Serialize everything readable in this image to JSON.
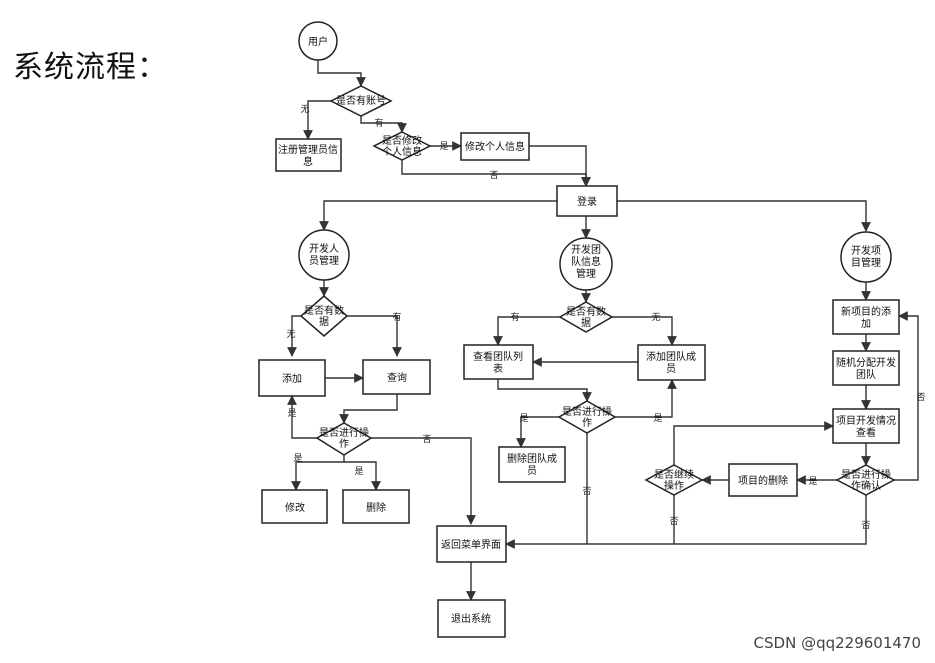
{
  "heading": "系统流程：",
  "watermark": "CSDN @qq229601470",
  "nodes": {
    "user": "用户",
    "has_account": "是否有账号",
    "register": [
      "注册管理员信",
      "息"
    ],
    "edit_personal_q": [
      "是否修改",
      "个人信息"
    ],
    "edit_personal": "修改个人信息",
    "login": "登录",
    "dev_mgmt": [
      "开发人",
      "员管理"
    ],
    "dev_has_data": [
      "是否有数",
      "据"
    ],
    "dev_add": "添加",
    "dev_query": "查询",
    "dev_op_q": [
      "是否进行操",
      "作"
    ],
    "dev_modify": "修改",
    "dev_delete": "删除",
    "team_mgmt": [
      "开发团",
      "队信息",
      "管理"
    ],
    "team_has_data": [
      "是否有数",
      "据"
    ],
    "team_view": [
      "查看团队列",
      "表"
    ],
    "team_add_member": [
      "添加团队成",
      "员"
    ],
    "team_op_q": [
      "是否进行操",
      "作"
    ],
    "team_delete_member": [
      "删除团队成",
      "员"
    ],
    "proj_mgmt": [
      "开发项",
      "目管理"
    ],
    "proj_add": [
      "新项目的添",
      "加"
    ],
    "proj_assign": [
      "随机分配开发",
      "团队"
    ],
    "proj_view": [
      "项目开发情况",
      "查看"
    ],
    "proj_op_q": [
      "是否进行操",
      "作确认"
    ],
    "proj_delete": "项目的删除",
    "proj_continue_q": [
      "是否继续",
      "操作"
    ],
    "return_menu": "返回菜单界面",
    "exit": "退出系统"
  },
  "labels": {
    "none": "无",
    "have": "有",
    "yes": "是",
    "no": "否"
  }
}
